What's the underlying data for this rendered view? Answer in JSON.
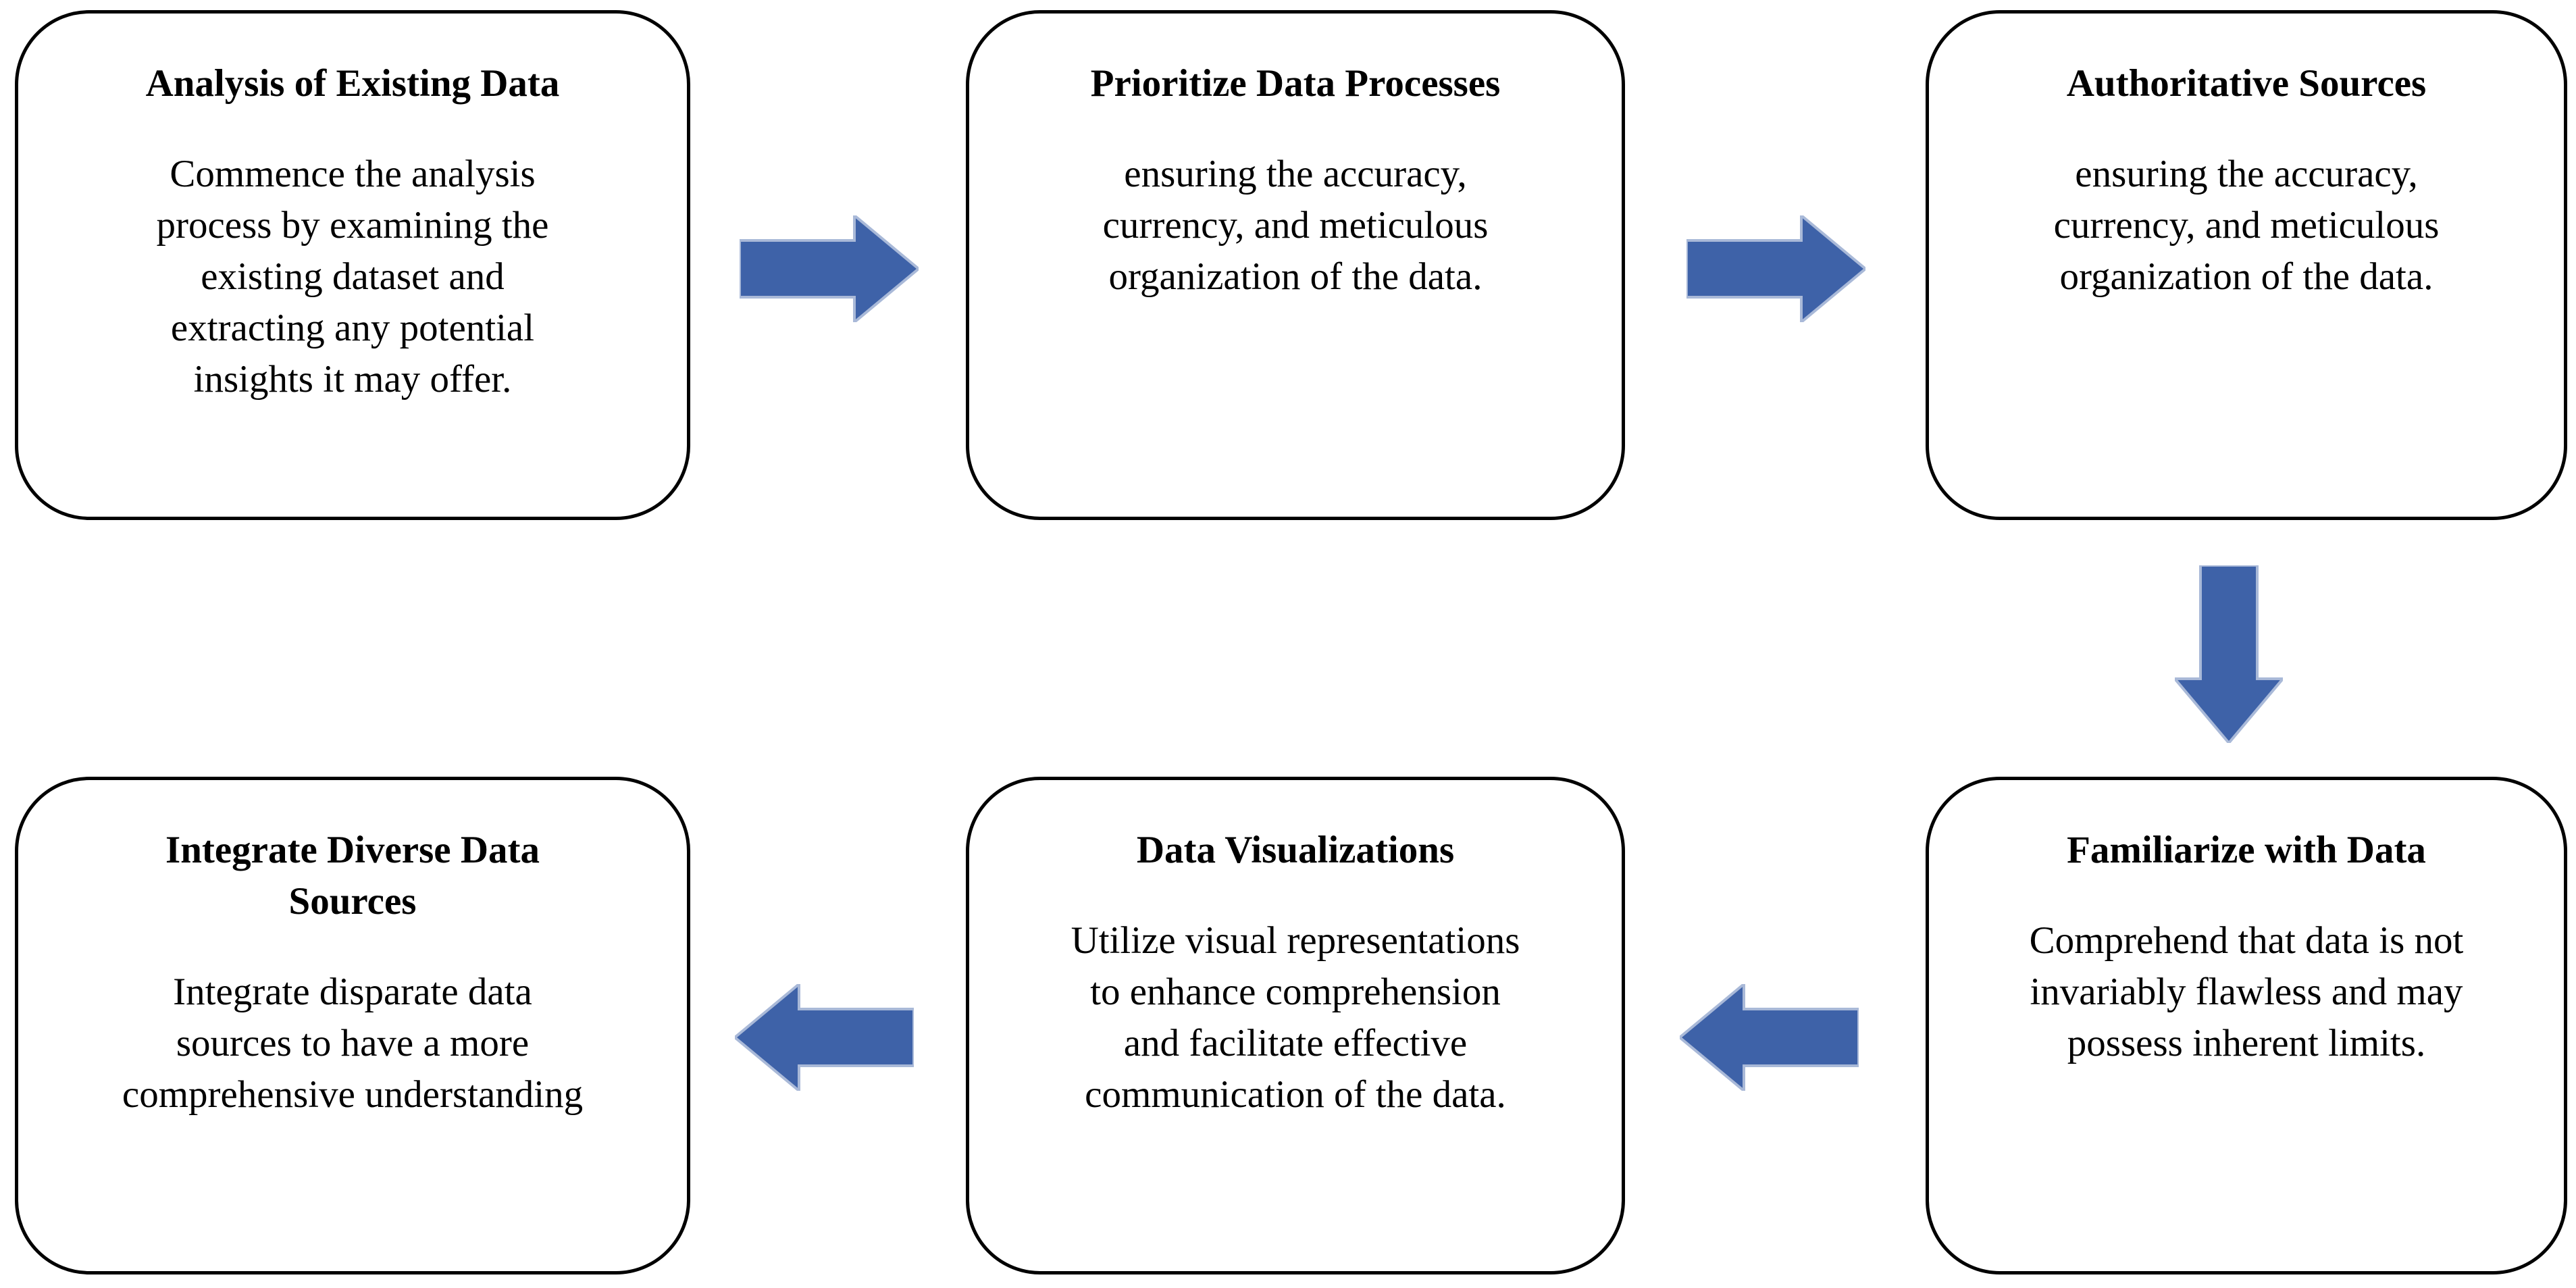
{
  "colors": {
    "background": "#ffffff",
    "box_border": "#000000",
    "text": "#000000",
    "arrow_fill": "#3e62a8",
    "arrow_edge": "#a9b9d8"
  },
  "boxes": [
    {
      "title": "Analysis of Existing Data",
      "body": "Commence the analysis\nprocess by examining the\nexisting dataset and\nextracting any potential\ninsights it may offer."
    },
    {
      "title": "Prioritize Data Processes",
      "body": "ensuring the accuracy,\ncurrency, and meticulous\norganization of the data."
    },
    {
      "title": "Authoritative Sources",
      "body": "ensuring the accuracy,\ncurrency, and meticulous\norganization of the data."
    },
    {
      "title": "Familiarize with Data",
      "body": "Comprehend that data is not\ninvariably flawless and may\npossess inherent limits."
    },
    {
      "title": "Data Visualizations",
      "body": "Utilize visual representations\nto enhance comprehension\nand facilitate effective\ncommunication of the data."
    },
    {
      "title": "Integrate Diverse Data\nSources",
      "body": "Integrate disparate data\nsources to have a more\ncomprehensive understanding"
    }
  ],
  "arrows": [
    {
      "direction": "right",
      "from": "Analysis of Existing Data",
      "to": "Prioritize Data Processes"
    },
    {
      "direction": "right",
      "from": "Prioritize Data Processes",
      "to": "Authoritative Sources"
    },
    {
      "direction": "down",
      "from": "Authoritative Sources",
      "to": "Familiarize with Data"
    },
    {
      "direction": "left",
      "from": "Familiarize with Data",
      "to": "Data Visualizations"
    },
    {
      "direction": "left",
      "from": "Data Visualizations",
      "to": "Integrate Diverse Data Sources"
    }
  ]
}
